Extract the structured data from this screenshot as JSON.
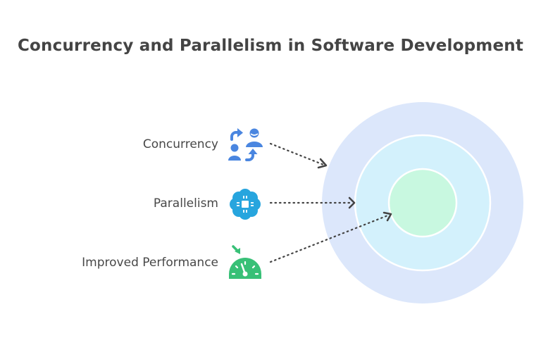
{
  "title": "Concurrency and Parallelism in Software Development",
  "items": [
    {
      "label": "Concurrency",
      "icon": "people-exchange-icon",
      "color": "#4A86E0"
    },
    {
      "label": "Parallelism",
      "icon": "processor-chip-icon",
      "color": "#27A5DE"
    },
    {
      "label": "Improved Performance",
      "icon": "speedometer-icon",
      "color": "#38C077"
    }
  ],
  "rings": [
    {
      "name": "outer-ring",
      "color": "#DCE7FB"
    },
    {
      "name": "middle-ring",
      "color": "#D3F1FC"
    },
    {
      "name": "inner-ring",
      "color": "#C8F8E0"
    }
  ],
  "arrow_color": "#444444"
}
